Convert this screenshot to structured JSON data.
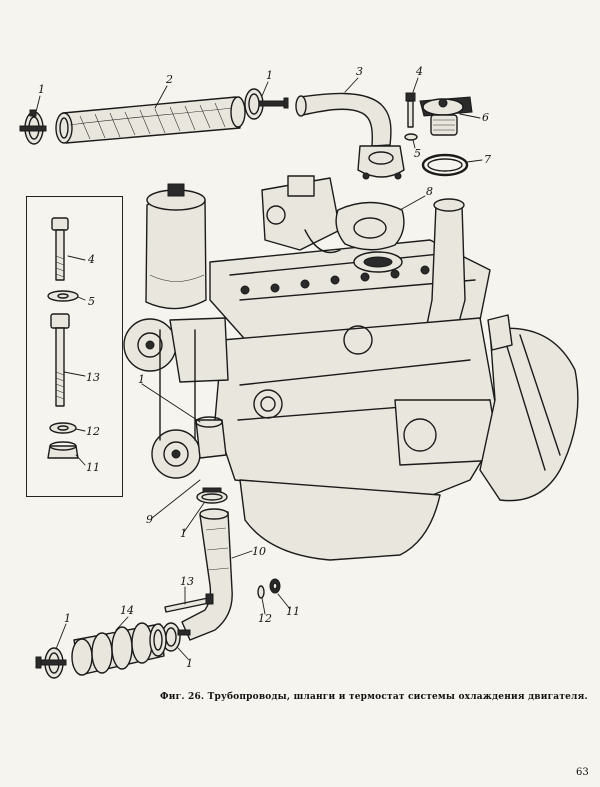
{
  "figure": {
    "caption": "Фиг. 26. Трубопроводы, шланги и термостат системы охлаждения двигателя.",
    "page_number": "63"
  },
  "callouts": {
    "top_clamp_left": "1",
    "top_hose": "2",
    "top_clamp_right": "1",
    "outlet_pipe": "3",
    "top_bolt": "4",
    "top_washer": "5",
    "thermostat": "6",
    "thermostat_gasket_ring": "7",
    "flange_gasket": "8",
    "inlet_clamp_upper": "1",
    "lower_hose_short": "9",
    "inlet_clamp_lower": "1",
    "lower_pipe": "10",
    "lower_bolt": "13",
    "lower_washer": "12",
    "lower_nut": "11",
    "lower_hose_corrugated": "14",
    "bottom_clamp_left": "1",
    "bottom_clamp_right": "1",
    "inset_bolt": "4",
    "inset_washer": "5",
    "inset_long_bolt": "13",
    "inset_lock_washer": "12",
    "inset_nut": "11"
  }
}
